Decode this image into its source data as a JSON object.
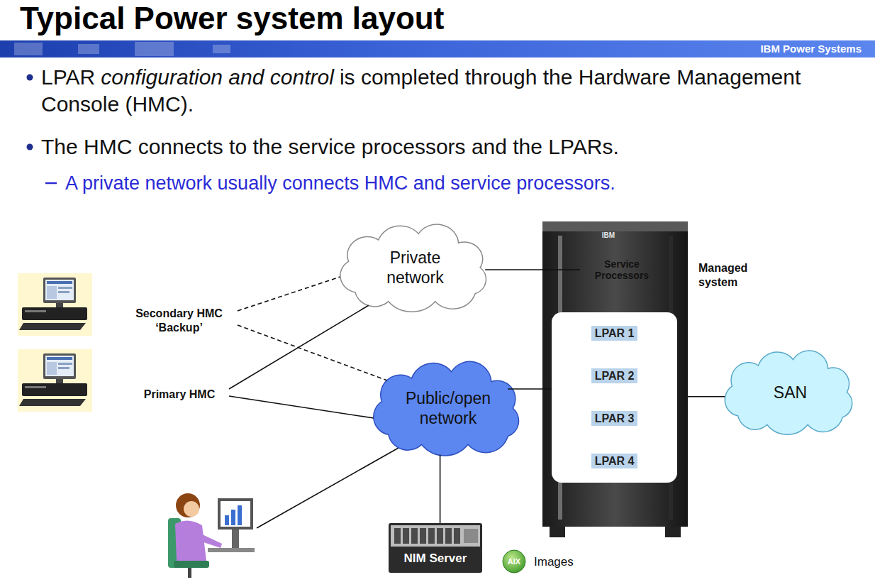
{
  "diagram": {
    "title": "Typical Power system layout",
    "nodes": [
      {
        "text": [
          "Secondary HMC ‘Backup’"
        ]
      },
      {
        "text": [
          "Primary HMC"
        ]
      },
      {
        "text": [
          "Private network"
        ]
      },
      {
        "text": [
          "Public/open network"
        ]
      },
      {
        "text": [
          "Managed system"
        ]
      },
      {
        "text": [
          "Service Processors"
        ],
        "in": 4
      },
      {
        "text": [
          "LPAR 1"
        ],
        "in": 4
      },
      {
        "text": [
          "LPAR 2"
        ],
        "in": 4
      },
      {
        "text": [
          "LPAR 3"
        ],
        "in": 4
      },
      {
        "text": [
          "LPAR 4"
        ],
        "in": 4
      },
      {
        "text": [
          "SAN"
        ]
      },
      {
        "text": [
          "NIM Server"
        ]
      }
    ],
    "edges": [
      {
        "from": 0,
        "to": 2,
        "arrow": "none"
      },
      {
        "from": 0,
        "to": 3,
        "arrow": "none"
      },
      {
        "from": 1,
        "to": 2,
        "arrow": "none"
      },
      {
        "from": 1,
        "to": 3,
        "arrow": "none"
      },
      {
        "from": 2,
        "to": 5,
        "arrow": "none"
      },
      {
        "from": 3,
        "to": 7,
        "arrow": "none"
      },
      {
        "from": 4,
        "to": 10,
        "arrow": "none"
      },
      {
        "from": 11,
        "to": 3,
        "arrow": "none"
      }
    ],
    "labels": [
      "IBM Power Systems",
      "LPAR",
      "configuration and control",
      "is completed through the Hardware Management Console (HMC).",
      "The HMC connects to the service processors and the LPARs.",
      "A private network usually connects HMC and service processors.",
      "IBM",
      "AIX",
      "Images"
    ]
  }
}
